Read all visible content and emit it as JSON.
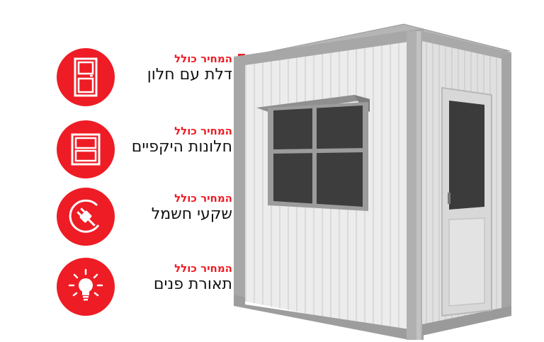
{
  "features": [
    {
      "icon": "door-icon",
      "label": "המחיר כולל",
      "title": "דלת עם חלון"
    },
    {
      "icon": "window-icon",
      "label": "המחיר כולל",
      "title": "חלונות היקפיים"
    },
    {
      "icon": "electric-plug-icon",
      "label": "המחיר כולל",
      "title": "שקעי חשמל"
    },
    {
      "icon": "light-bulb-icon",
      "label": "המחיר כולל",
      "title": "תאורת פנים"
    }
  ],
  "colors": {
    "accent": "#ee1c25",
    "text": "#111111"
  }
}
